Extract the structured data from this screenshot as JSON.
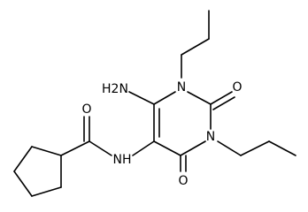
{
  "diagram": {
    "atom_labels": {
      "nh2": "H2N",
      "n1": "N",
      "n3": "N",
      "amide_nh": "NH",
      "o_c2": "O",
      "o_c4": "O",
      "o_amide": "O"
    }
  }
}
